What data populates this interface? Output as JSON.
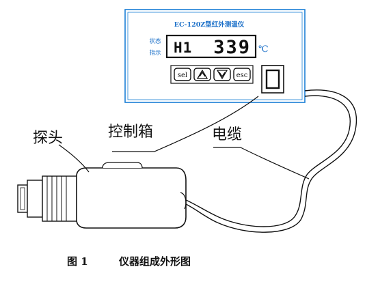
{
  "panel": {
    "title": "EC-120Z型红外测温仪",
    "side_label_1": "状态",
    "side_label_2": "指示",
    "display_mode": "H1",
    "display_value": "339",
    "unit": "℃",
    "buttons": [
      "sel",
      "▲",
      "▼",
      "esc"
    ]
  },
  "labels": {
    "probe": "探头",
    "control_box": "控制箱",
    "cable": "电缆"
  },
  "caption": {
    "figure_no": "图 1",
    "title": "仪器组成外形图"
  },
  "colors": {
    "panel_border": "#1a7fd6",
    "panel_text": "#1a6fc8",
    "line": "#111111"
  }
}
